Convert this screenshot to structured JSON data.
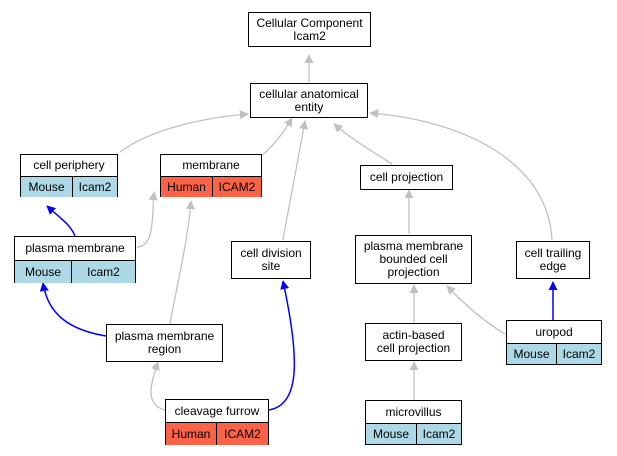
{
  "colors": {
    "mouse": "#add8e6",
    "human": "#fa6347",
    "edge_gray": "#c0c0c0",
    "edge_blue": "#0000ff"
  },
  "nodes": {
    "root": {
      "label": "Cellular Component\nIcam2"
    },
    "cellular_anatomical_entity": {
      "label": "cellular anatomical\nentity"
    },
    "cell_periphery": {
      "label": "cell periphery",
      "species": "Mouse",
      "gene": "Icam2"
    },
    "membrane": {
      "label": "membrane",
      "species": "Human",
      "gene": "ICAM2"
    },
    "cell_projection": {
      "label": "cell projection"
    },
    "plasma_membrane": {
      "label": "plasma membrane",
      "species": "Mouse",
      "gene": "Icam2"
    },
    "cell_division_site": {
      "label": "cell division\nsite"
    },
    "pm_bounded_cell_projection": {
      "label": "plasma membrane\nbounded cell\nprojection"
    },
    "cell_trailing_edge": {
      "label": "cell trailing\nedge"
    },
    "plasma_membrane_region": {
      "label": "plasma membrane\nregion"
    },
    "actin_based_cell_projection": {
      "label": "actin-based\ncell projection"
    },
    "uropod": {
      "label": "uropod",
      "species": "Mouse",
      "gene": "Icam2"
    },
    "cleavage_furrow": {
      "label": "cleavage furrow",
      "species": "Human",
      "gene": "ICAM2"
    },
    "microvillus": {
      "label": "microvillus",
      "species": "Mouse",
      "gene": "Icam2"
    }
  }
}
